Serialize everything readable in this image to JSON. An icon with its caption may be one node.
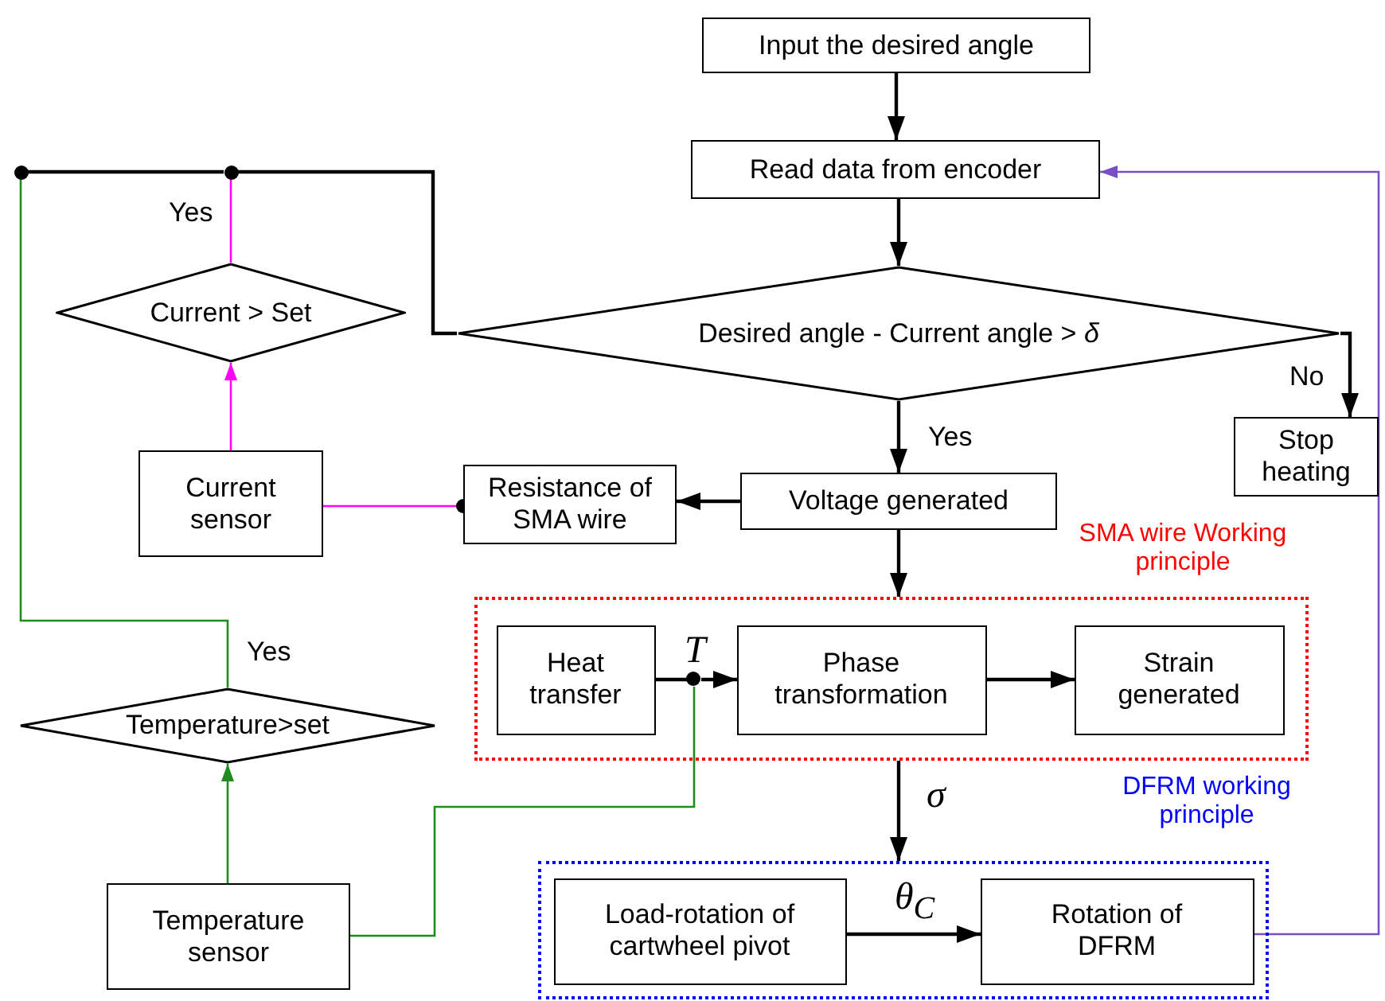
{
  "diagram": {
    "nodes": [
      {
        "text": [
          "Input the desired angle"
        ]
      },
      {
        "text": [
          "Read data from encoder"
        ]
      },
      {
        "text": [
          "Desired angle - Current angle > *δ*"
        ]
      },
      {
        "text": [
          "Stop heating"
        ]
      },
      {
        "text": [
          "Voltage generated"
        ]
      },
      {
        "text": [
          "Resistance of SMA wire"
        ]
      },
      {
        "text": [
          "Current sensor"
        ]
      },
      {
        "text": [
          "Current > Set"
        ]
      },
      {
        "text": [
          "Temperature>set"
        ]
      },
      {
        "text": [
          "Temperature sensor"
        ]
      },
      {
        "text": [
          "SMA wire Working principle"
        ]
      },
      {
        "text": [
          "Heat transfer"
        ],
        "in": 10
      },
      {
        "text": [
          "Phase transformation"
        ],
        "in": 10
      },
      {
        "text": [
          "Strain generated"
        ],
        "in": 10
      },
      {
        "text": [
          "DFRM working principle"
        ]
      },
      {
        "text": [
          "Load-rotation of cartwheel pivot"
        ],
        "in": 14
      },
      {
        "text": [
          "Rotation of DFRM"
        ],
        "in": 14
      },
      {
        "text": [],
        "shape": "circle"
      },
      {
        "text": [],
        "shape": "circle"
      },
      {
        "text": [],
        "shape": "circle",
        "in": 10
      }
    ],
    "edges": [
      {
        "from": 0,
        "to": 1,
        "arrow": "to"
      },
      {
        "from": 1,
        "to": 2,
        "arrow": "to"
      },
      {
        "from": 16,
        "to": 1,
        "arrow": "to",
        "color": "#7b4fc4"
      },
      {
        "from": 2,
        "to": 3,
        "arrow": "to",
        "label": "No"
      },
      {
        "from": 2,
        "to": 4,
        "arrow": "to",
        "label": "Yes"
      },
      {
        "from": 4,
        "to": 5,
        "arrow": "to"
      },
      {
        "from": 4,
        "to": 10,
        "arrow": "to"
      },
      {
        "from": 6,
        "to": 5,
        "arrow": "other",
        "color": "#ff00ff"
      },
      {
        "from": 6,
        "to": 7,
        "arrow": "to",
        "color": "#ff00ff"
      },
      {
        "from": 7,
        "to": 18,
        "arrow": "none",
        "label": "Yes",
        "color": "#ff00ff"
      },
      {
        "from": 17,
        "to": 18,
        "arrow": "none"
      },
      {
        "from": 18,
        "to": 2,
        "arrow": "none"
      },
      {
        "from": 11,
        "to": 19,
        "arrow": "none",
        "label": "T"
      },
      {
        "from": 19,
        "to": 12,
        "arrow": "to"
      },
      {
        "from": 12,
        "to": 13,
        "arrow": "to"
      },
      {
        "from": 9,
        "to": 8,
        "arrow": "to",
        "color": "#1e8c1e"
      },
      {
        "from": 8,
        "to": 17,
        "arrow": "none",
        "label": "Yes",
        "color": "#1e8c1e"
      },
      {
        "from": 9,
        "to": 19,
        "arrow": "none",
        "color": "#1e8c1e"
      },
      {
        "from": 10,
        "to": 14,
        "arrow": "to",
        "label": "σ"
      },
      {
        "from": 15,
        "to": 16,
        "arrow": "to",
        "label": "θ$_{C}$"
      }
    ]
  }
}
